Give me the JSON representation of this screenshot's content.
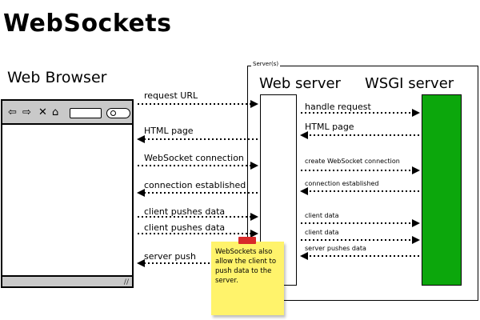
{
  "title": "WebSockets",
  "browser": {
    "title": "Web Browser"
  },
  "server_frame": {
    "label": "Server(s)",
    "web_server": "Web server",
    "wsgi_server": "WSGI server"
  },
  "messages_left": [
    {
      "label": "request URL",
      "direction": "right"
    },
    {
      "label": "HTML page",
      "direction": "left"
    },
    {
      "label": "WebSocket connection",
      "direction": "right"
    },
    {
      "label": "connection established",
      "direction": "left"
    },
    {
      "label": "client pushes data",
      "direction": "right"
    },
    {
      "label": "client pushes data",
      "direction": "right"
    },
    {
      "label": "server push",
      "direction": "left"
    }
  ],
  "messages_right": [
    {
      "label": "handle request",
      "direction": "right"
    },
    {
      "label": "HTML page",
      "direction": "left"
    },
    {
      "label": "create WebSocket connection",
      "direction": "right"
    },
    {
      "label": "connection established",
      "direction": "left"
    },
    {
      "label": "client data",
      "direction": "right"
    },
    {
      "label": "client data",
      "direction": "right"
    },
    {
      "label": "server pushes data",
      "direction": "left"
    }
  ],
  "note": {
    "text": "WebSockets also allow the client to push data to the server."
  },
  "colors": {
    "wsgi_box": "#0ca70c",
    "note": "#fff36b",
    "pin": "#d82a2a",
    "chrome": "#c9c9c9"
  }
}
